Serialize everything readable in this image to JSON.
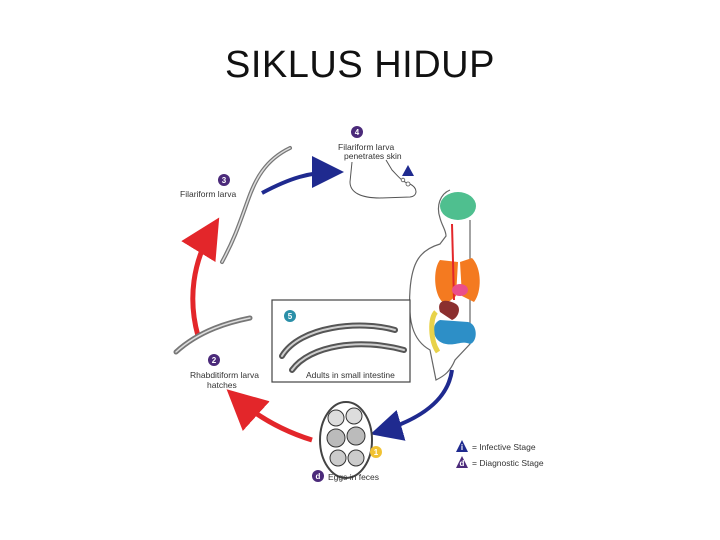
{
  "title": "SIKLUS HIDUP",
  "stages": [
    {
      "number": "1",
      "label": ""
    },
    {
      "number": "2",
      "label_line1": "Rhabditiform larva",
      "label_line2": "hatches"
    },
    {
      "number": "3",
      "label": "Filariform larva"
    },
    {
      "number": "4",
      "label_line1": "Filariform larva",
      "label_line2": "penetrates skin"
    },
    {
      "number": "5",
      "label": "Adults in small intestine"
    },
    {
      "number": "d",
      "label": "Eggs in feces"
    }
  ],
  "legend": {
    "infective_symbol": "i",
    "infective": "= Infective Stage",
    "diagnostic_symbol": "d",
    "diagnostic": "= Diagnostic Stage"
  },
  "colors": {
    "red_arrow": "#e3262a",
    "blue_arrow": "#1f2a8f",
    "stage_badge": "#4b2a7a",
    "egg_badge": "#f1c232",
    "lungs": "#f47a20",
    "brain": "#4fbf8f",
    "intestine": "#2d8fc7"
  }
}
